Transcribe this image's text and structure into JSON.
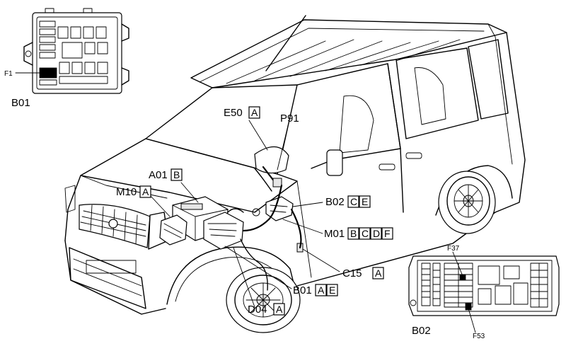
{
  "fuse_boxes": {
    "b01": {
      "title": "B01",
      "fuse": "F1"
    },
    "b02": {
      "title": "B02",
      "fuse_top": "F37",
      "fuse_bottom": "F53"
    }
  },
  "components": [
    {
      "code": "E50",
      "pins": [
        "A"
      ]
    },
    {
      "code": "P91",
      "pins": []
    },
    {
      "code": "A01",
      "pins": [
        "B"
      ]
    },
    {
      "code": "M10",
      "pins": [
        "A"
      ]
    },
    {
      "code": "B02",
      "pins": [
        "C",
        "E"
      ]
    },
    {
      "code": "M01",
      "pins": [
        "B",
        "C",
        "D",
        "F"
      ]
    },
    {
      "code": "C15",
      "pins": [
        "A"
      ]
    },
    {
      "code": "B01",
      "pins": [
        "A",
        "E"
      ]
    },
    {
      "code": "D04",
      "pins": [
        "A"
      ]
    }
  ]
}
